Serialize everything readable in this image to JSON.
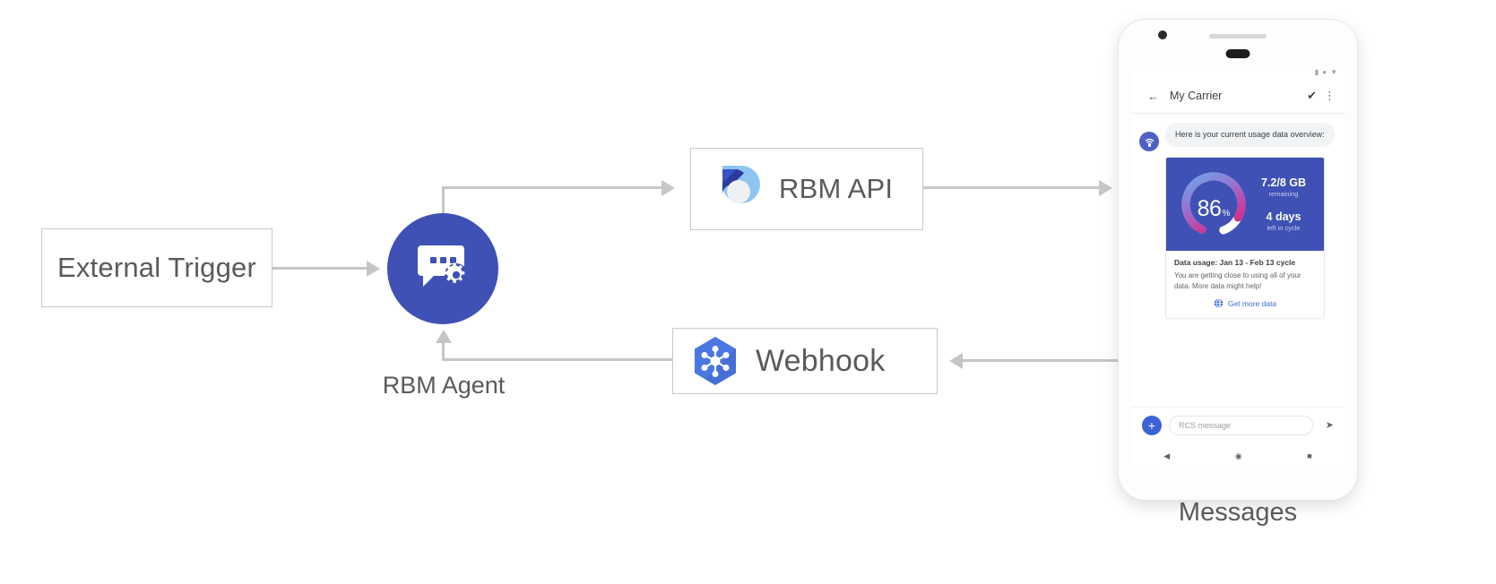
{
  "diagram": {
    "nodes": {
      "external_trigger": {
        "label": "External Trigger"
      },
      "rbm_agent": {
        "label": "RBM Agent",
        "icon": "chat-gear-icon",
        "color": "#3f51b5"
      },
      "rbm_api": {
        "label": "RBM API",
        "icon": "rbm-api-droplet-icon"
      },
      "webhook": {
        "label": "Webhook",
        "icon": "webhook-hexagon-icon",
        "color": "#4a77e0"
      },
      "messages": {
        "label": "Messages"
      }
    }
  },
  "phone": {
    "status_bar": {
      "icons": [
        "signal-icon",
        "wifi-dot-icon",
        "battery-icon"
      ]
    },
    "app_bar": {
      "back_icon": "arrow-back-icon",
      "title": "My Carrier",
      "verified_icon": "verified-shield-icon",
      "overflow_icon": "more-vert-icon"
    },
    "conversation": {
      "agent_avatar_icon": "carrier-signal-icon",
      "message_text": "Here is your current usage data overview:",
      "rich_card": {
        "gauge": {
          "value": "86",
          "unit": "%",
          "percent": 86
        },
        "stats": [
          {
            "value": "7.2/8 GB",
            "sub": "remaining"
          },
          {
            "value": "4 days",
            "sub": "left in cycle"
          }
        ],
        "title": "Data usage: Jan 13 - Feb 13 cycle",
        "description": "You are getting close to using all of your data. More data might help!",
        "action": {
          "icon": "globe-icon",
          "label": "Get more data",
          "color": "#3b6bd6"
        }
      }
    },
    "composer": {
      "plus_icon": "plus-icon",
      "placeholder": "RCS message",
      "send_icon": "send-icon"
    },
    "nav_bar": {
      "icons": [
        "back-triangle-icon",
        "home-circle-icon",
        "recents-square-icon"
      ]
    }
  }
}
